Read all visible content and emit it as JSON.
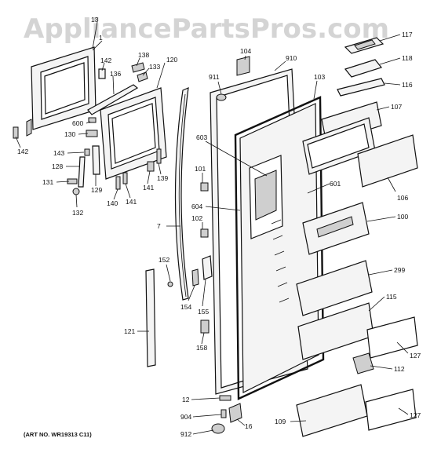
{
  "watermark": "AppliancePartsPros.com",
  "art_number": "(ART NO. WR19313 C11)",
  "part_labels": {
    "p13": "13",
    "p1x": "1",
    "p142a": "142",
    "p142b": "142",
    "p136": "136",
    "p138": "138",
    "p133": "133",
    "p120": "120",
    "p600": "600",
    "p130": "130",
    "p143": "143",
    "p128": "128",
    "p131": "131",
    "p132": "132",
    "p129": "129",
    "p140": "140",
    "p141a": "141",
    "p141b": "141",
    "p139": "139",
    "p7": "7",
    "p104": "104",
    "p910": "910",
    "p911": "911",
    "p103": "103",
    "p603": "603",
    "p101": "101",
    "p604": "604",
    "p102": "102",
    "p601": "601",
    "p152": "152",
    "p154": "154",
    "p155": "155",
    "p121": "121",
    "p158": "158",
    "p12": "12",
    "p904": "904",
    "p912": "912",
    "p16": "16",
    "p117": "117",
    "p118": "118",
    "p116": "116",
    "p107": "107",
    "p106": "106",
    "p100": "100",
    "p299": "299",
    "p115": "115",
    "p127a": "127",
    "p112": "112",
    "p109": "109",
    "p127b": "127"
  }
}
